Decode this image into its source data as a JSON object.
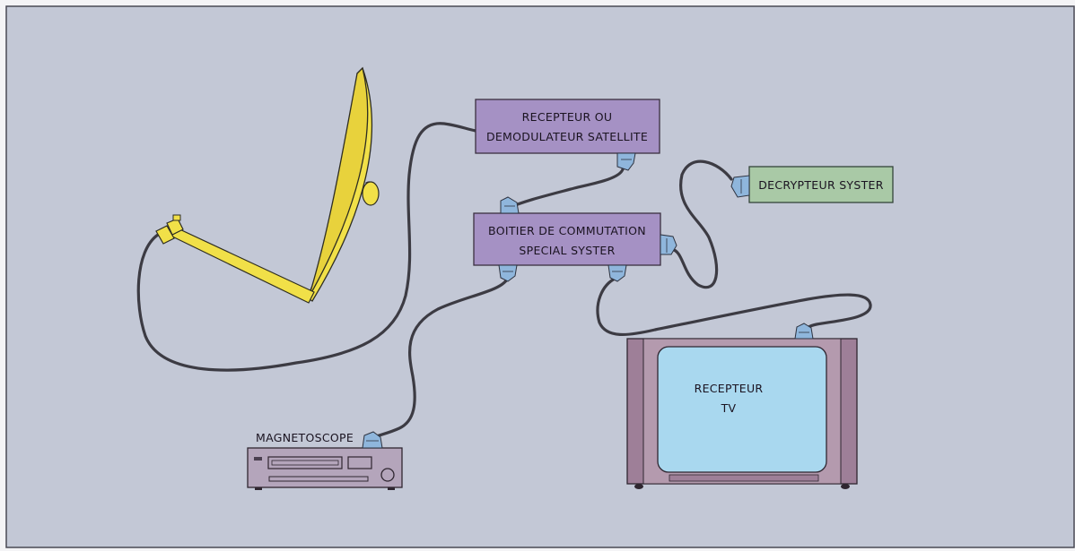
{
  "colors": {
    "background": "#c3c8d6",
    "frame": "#4a4a55",
    "purple_box": "#a591c4",
    "green_box": "#a9c9a6",
    "dish": "#f1e048",
    "cable": "#3c3b43",
    "plug": "#8fb6dc",
    "tv_body": "#9e7f98",
    "tv_screen": "#a9d8ef",
    "vcr_body": "#b4a5bb"
  },
  "labels": {
    "receiver_line1": "RECEPTEUR OU",
    "receiver_line2": "DEMODULATEUR SATELLITE",
    "decoder": "DECRYPTEUR SYSTER",
    "switch_line1": "BOITIER DE COMMUTATION",
    "switch_line2": "SPECIAL SYSTER",
    "tv_line1": "RECEPTEUR",
    "tv_line2": "TV",
    "vcr": "MAGNETOSCOPE"
  },
  "icons": {
    "dish": "satellite-dish-icon",
    "tv": "television-icon",
    "vcr": "vcr-icon",
    "plug": "scart-plug-icon"
  }
}
